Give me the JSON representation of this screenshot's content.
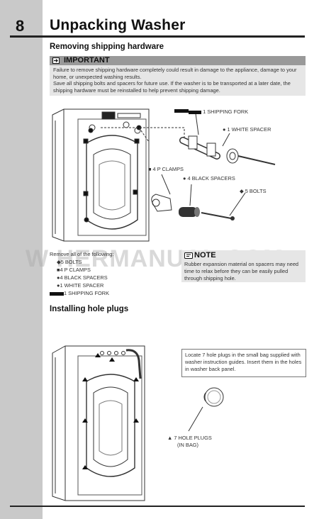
{
  "page": {
    "number": "8",
    "title": "Unpacking Washer"
  },
  "removing": {
    "heading": "Removing shipping hardware",
    "important": {
      "title": "IMPORTANT",
      "line1": "Failure to remove shipping hardware completely could result in damage to the appliance, damage to your home, or unexpected washing results.",
      "line2": "Save all shipping bolts and spacers for future use. If the washer is to be transported at a later date, the shipping hardware must be reinstalled to help prevent shipping damage."
    },
    "labels": {
      "shipping_fork": "1 SHIPPING FORK",
      "white_spacer": "1 WHITE SPACER",
      "p_clamps": "4 P CLAMPS",
      "black_spacers": "4 BLACK SPACERS",
      "bolts": "5 BOLTS"
    },
    "remove_list": {
      "intro": "Remove all of the following:",
      "items": [
        "5 BOLTS",
        "4 P CLAMPS",
        "4 BLACK SPACERS",
        "1 WHITE SPACER",
        "1 SHIPPING FORK"
      ]
    },
    "note": {
      "title": "NOTE",
      "text": "Rubber expansion material on spacers may need time to relax before they can be easily pulled through shipping hole."
    }
  },
  "watermark": "W HERMANUAL.COM",
  "plugs": {
    "heading": "Installing hole plugs",
    "instruction": "Locate 7 hole plugs in the small bag supplied with washer instruction guides. Insert them in the holes in washer back panel.",
    "label_line1": "7 HOLE PLUGS",
    "label_line2": "(IN BAG)"
  },
  "colors": {
    "strip": "#c9c9c9",
    "box": "#e6e6e6",
    "bar": "#999999"
  }
}
